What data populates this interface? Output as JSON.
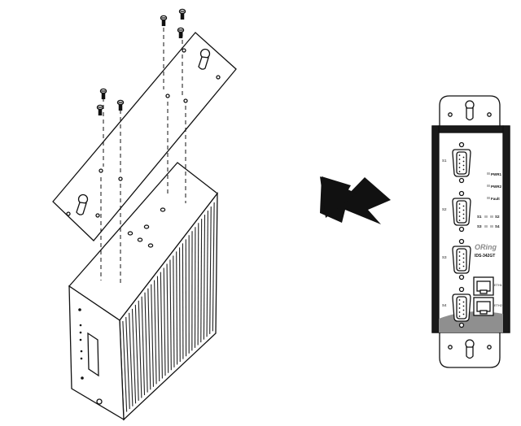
{
  "device": {
    "brand": "ORing",
    "model": "IDS-342GT",
    "serial_ports": [
      "S1",
      "S2",
      "S3",
      "S4"
    ],
    "led_labels": [
      "PWR1",
      "PWR2",
      "Fault"
    ],
    "port_leds": [
      "S1",
      "S2",
      "S3",
      "S4"
    ],
    "ethernet_ports": [
      "ETH1",
      "ETH2"
    ]
  },
  "arrow": {
    "icon": "right-arrow-icon"
  },
  "colors": {
    "line": "#111111",
    "fill": "#ffffff",
    "panel": "#e6e6e6",
    "accent": "#9a9a9a"
  }
}
